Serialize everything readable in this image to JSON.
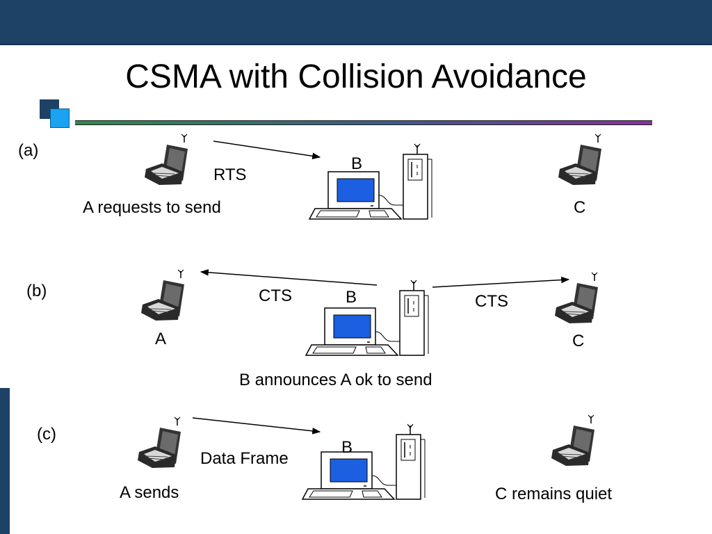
{
  "title": "CSMA with Collision Avoidance",
  "colors": {
    "header_bar": "#1e4166",
    "screen": "#1c5fe0",
    "accent_square": "#1aa3f0"
  },
  "panels": [
    {
      "id": "a",
      "label": "(a)",
      "b_label": "B",
      "c_label": "C",
      "message": "RTS",
      "caption": "A requests to send"
    },
    {
      "id": "b",
      "label": "(b)",
      "a_label": "A",
      "b_label": "B",
      "c_label": "C",
      "message_left": "CTS",
      "message_right": "CTS",
      "caption": "B announces A ok to send"
    },
    {
      "id": "c",
      "label": "(c)",
      "b_label": "B",
      "message": "Data Frame",
      "caption_a": "A sends",
      "caption_c": "C remains quiet"
    }
  ],
  "icons": {
    "laptop": "laptop-with-antenna-icon",
    "base_station": "desktop-with-tower-icon"
  }
}
